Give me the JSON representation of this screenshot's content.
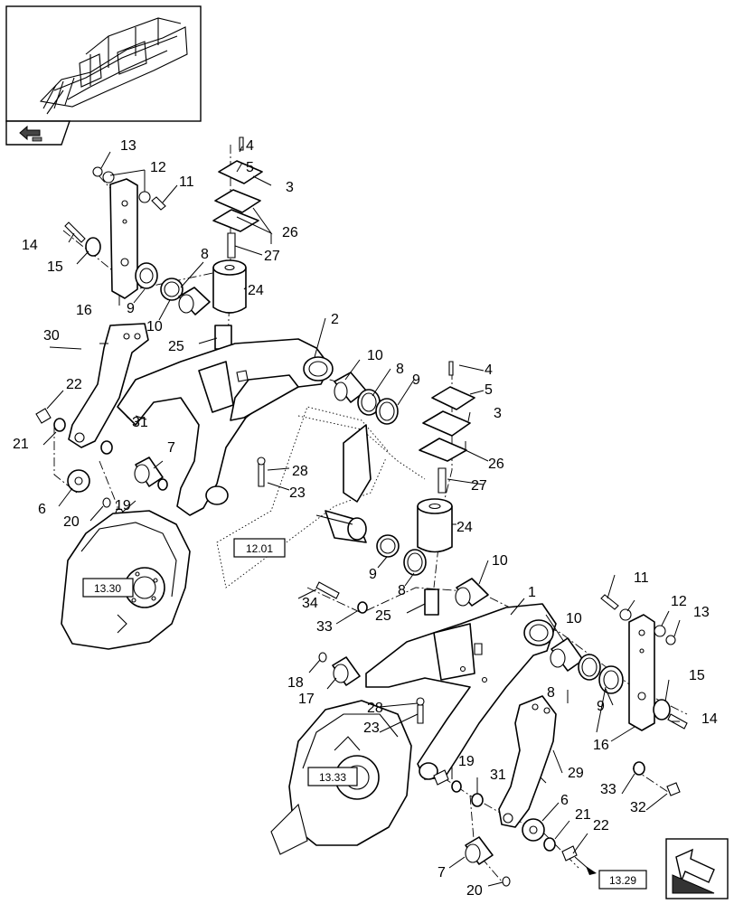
{
  "callouts": {
    "n1": "1",
    "n2": "2",
    "n3": "3",
    "n4": "4",
    "n5": "5",
    "n6": "6",
    "n7": "7",
    "n8": "8",
    "n9": "9",
    "n10": "10",
    "n11": "11",
    "n12": "12",
    "n13": "13",
    "n14": "14",
    "n15": "15",
    "n16": "16",
    "n17": "17",
    "n18": "18",
    "n19": "19",
    "n20": "20",
    "n21": "21",
    "n22": "22",
    "n23": "23",
    "n24": "24",
    "n25": "25",
    "n26": "26",
    "n27": "27",
    "n28": "28",
    "n29": "29",
    "n30": "30",
    "n31": "31",
    "n32": "32",
    "n33": "33",
    "n34": "34"
  },
  "references": {
    "r1201": "12.01",
    "r1330": "13.30",
    "r1333": "13.33",
    "r1329": "13.29"
  },
  "icons": {
    "thumbnail": "machine-overview-thumbnail",
    "nav_back": "page-back-arrow-icon",
    "nav_next": "next-page-arrow-icon"
  }
}
